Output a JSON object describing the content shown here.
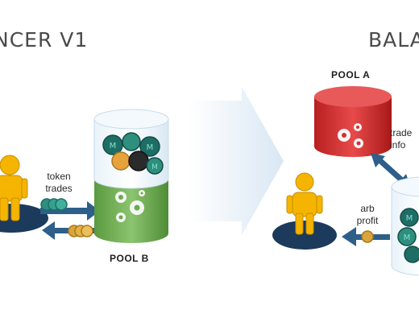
{
  "left_panel": {
    "title": "NCER V1",
    "pool_label": "POOL B",
    "token_trades_line1": "token",
    "token_trades_line2": "trades"
  },
  "right_panel": {
    "title": "BALA",
    "pool_label": "POOL A",
    "trade_info_line1": "trade",
    "trade_info_line2": "info",
    "arb_profit_line1": "arb",
    "arb_profit_line2": "profit"
  },
  "colors": {
    "pool_b_green": "#6aa84f",
    "pool_a_red": "#d32f2f",
    "person_yellow": "#f5b400",
    "platform_navy": "#1b3a5c",
    "arrow_blue": "#2d5f8a",
    "big_arrow": "#dde9f4",
    "coin_gold": "#d9a53a",
    "token_teal": "#1e6e66"
  }
}
